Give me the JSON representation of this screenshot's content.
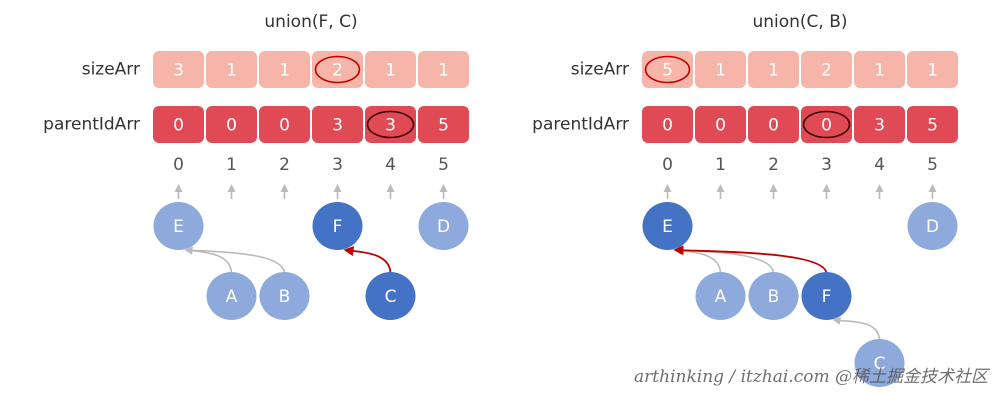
{
  "colors": {
    "size_cell": "#f7b4a8",
    "size_text": "#ffffff",
    "parent_cell": "#e04a55",
    "parent_text": "#ffffff",
    "index_text": "#555555",
    "arrow_gray": "#bbbbbb",
    "arrow_red": "#c00000",
    "ellipse_red": "#c00000",
    "node_light": "#8ea9db",
    "node_dark": "#4472c4",
    "node_text": "#ffffff",
    "label_text": "#333333"
  },
  "panels": [
    {
      "title": "union(F, C)",
      "size_label": "sizeArr",
      "parent_label": "parentIdArr",
      "size_values": [
        "3",
        "1",
        "1",
        "2",
        "1",
        "1"
      ],
      "parent_values": [
        "0",
        "0",
        "0",
        "3",
        "3",
        "5"
      ],
      "indices": [
        "0",
        "1",
        "2",
        "3",
        "4",
        "5"
      ],
      "size_highlight": 3,
      "parent_highlight": 4,
      "nodes": [
        {
          "id": "E",
          "label": "E",
          "tone": "light",
          "col": 0,
          "row": 0
        },
        {
          "id": "F",
          "label": "F",
          "tone": "dark",
          "col": 3,
          "row": 0
        },
        {
          "id": "D",
          "label": "D",
          "tone": "light",
          "col": 5,
          "row": 0
        },
        {
          "id": "A",
          "label": "A",
          "tone": "light",
          "col": 1,
          "row": 1
        },
        {
          "id": "B",
          "label": "B",
          "tone": "light",
          "col": 2,
          "row": 1
        },
        {
          "id": "C",
          "label": "C",
          "tone": "dark",
          "col": 4,
          "row": 1
        }
      ],
      "edges": [
        {
          "from": "A",
          "to": "E",
          "color": "gray"
        },
        {
          "from": "B",
          "to": "E",
          "color": "gray"
        },
        {
          "from": "C",
          "to": "F",
          "color": "red"
        }
      ]
    },
    {
      "title": "union(C, B)",
      "size_label": "sizeArr",
      "parent_label": "parentIdArr",
      "size_values": [
        "5",
        "1",
        "1",
        "2",
        "1",
        "1"
      ],
      "parent_values": [
        "0",
        "0",
        "0",
        "0",
        "3",
        "5"
      ],
      "indices": [
        "0",
        "1",
        "2",
        "3",
        "4",
        "5"
      ],
      "size_highlight": 0,
      "parent_highlight": 3,
      "nodes": [
        {
          "id": "E",
          "label": "E",
          "tone": "dark",
          "col": 0,
          "row": 0
        },
        {
          "id": "D",
          "label": "D",
          "tone": "light",
          "col": 5,
          "row": 0
        },
        {
          "id": "A",
          "label": "A",
          "tone": "light",
          "col": 1,
          "row": 1
        },
        {
          "id": "B",
          "label": "B",
          "tone": "light",
          "col": 2,
          "row": 1
        },
        {
          "id": "F",
          "label": "F",
          "tone": "dark",
          "col": 3,
          "row": 1
        },
        {
          "id": "C",
          "label": "C",
          "tone": "light",
          "col": 4,
          "row": 2
        }
      ],
      "edges": [
        {
          "from": "A",
          "to": "E",
          "color": "gray"
        },
        {
          "from": "B",
          "to": "E",
          "color": "gray"
        },
        {
          "from": "F",
          "to": "E",
          "color": "red"
        },
        {
          "from": "C",
          "to": "F",
          "color": "gray"
        }
      ]
    }
  ],
  "watermark": "arthinking / itzhai.com @稀土掘金技术社区"
}
